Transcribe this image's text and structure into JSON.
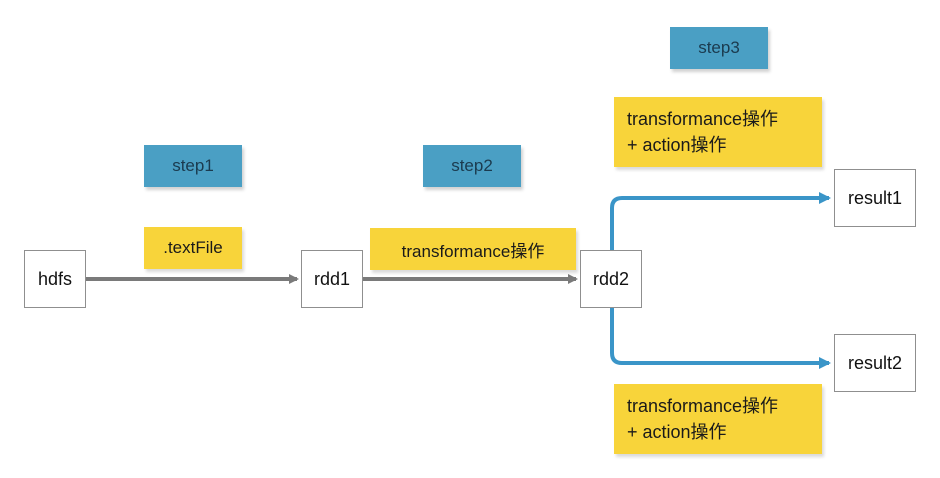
{
  "colors": {
    "step_fill": "#4a9fc4",
    "op_fill": "#f8d43a",
    "gray_arrow": "#7a7a7a",
    "blue_arrow": "#3a95c8"
  },
  "nodes": {
    "hdfs": "hdfs",
    "rdd1": "rdd1",
    "rdd2": "rdd2",
    "result1": "result1",
    "result2": "result2"
  },
  "steps": {
    "step1": "step1",
    "step2": "step2",
    "step3": "step3"
  },
  "operations": {
    "step1_op": ".textFile",
    "step2_op": "transformance操作",
    "step3_upper": {
      "line1": "transformance操作",
      "line2": "+ action操作"
    },
    "step3_lower": {
      "line1": "transformance操作",
      "line2": "+ action操作"
    }
  }
}
